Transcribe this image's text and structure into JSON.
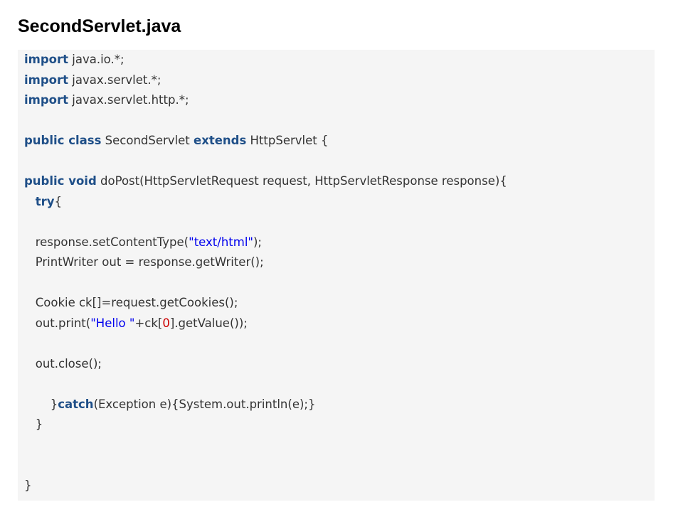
{
  "title": "SecondServlet.java",
  "colors": {
    "background": "#ffffff",
    "code_background": "#f5f5f5",
    "text": "#333333",
    "keyword": "#1f4f88",
    "string": "#0000ee",
    "number": "#cc0000"
  },
  "code": {
    "language": "java",
    "lines": [
      [
        {
          "t": "kw",
          "v": "import"
        },
        {
          "t": "txt",
          "v": " java.io.*;"
        }
      ],
      [
        {
          "t": "kw",
          "v": "import"
        },
        {
          "t": "txt",
          "v": " javax.servlet.*;"
        }
      ],
      [
        {
          "t": "kw",
          "v": "import"
        },
        {
          "t": "txt",
          "v": " javax.servlet.http.*;"
        }
      ],
      [],
      [
        {
          "t": "kw",
          "v": "public class"
        },
        {
          "t": "txt",
          "v": " SecondServlet "
        },
        {
          "t": "kw",
          "v": "extends"
        },
        {
          "t": "txt",
          "v": " HttpServlet {"
        }
      ],
      [],
      [
        {
          "t": "kw",
          "v": "public void"
        },
        {
          "t": "txt",
          "v": " doPost(HttpServletRequest request, HttpServletResponse response){"
        }
      ],
      [
        {
          "t": "txt",
          "v": "   "
        },
        {
          "t": "kw",
          "v": "try"
        },
        {
          "t": "txt",
          "v": "{"
        }
      ],
      [],
      [
        {
          "t": "txt",
          "v": "   response.setContentType("
        },
        {
          "t": "str",
          "v": "\"text/html\""
        },
        {
          "t": "txt",
          "v": ");"
        }
      ],
      [
        {
          "t": "txt",
          "v": "   PrintWriter out = response.getWriter();"
        }
      ],
      [],
      [
        {
          "t": "txt",
          "v": "   Cookie ck[]=request.getCookies();"
        }
      ],
      [
        {
          "t": "txt",
          "v": "   out.print("
        },
        {
          "t": "str",
          "v": "\"Hello \""
        },
        {
          "t": "txt",
          "v": "+ck["
        },
        {
          "t": "num",
          "v": "0"
        },
        {
          "t": "txt",
          "v": "].getValue());"
        }
      ],
      [],
      [
        {
          "t": "txt",
          "v": "   out.close();"
        }
      ],
      [],
      [
        {
          "t": "txt",
          "v": "       }"
        },
        {
          "t": "kw",
          "v": "catch"
        },
        {
          "t": "txt",
          "v": "(Exception e){System.out.println(e);}"
        }
      ],
      [
        {
          "t": "txt",
          "v": "   }"
        }
      ],
      [],
      [],
      [
        {
          "t": "txt",
          "v": "}"
        }
      ]
    ]
  }
}
